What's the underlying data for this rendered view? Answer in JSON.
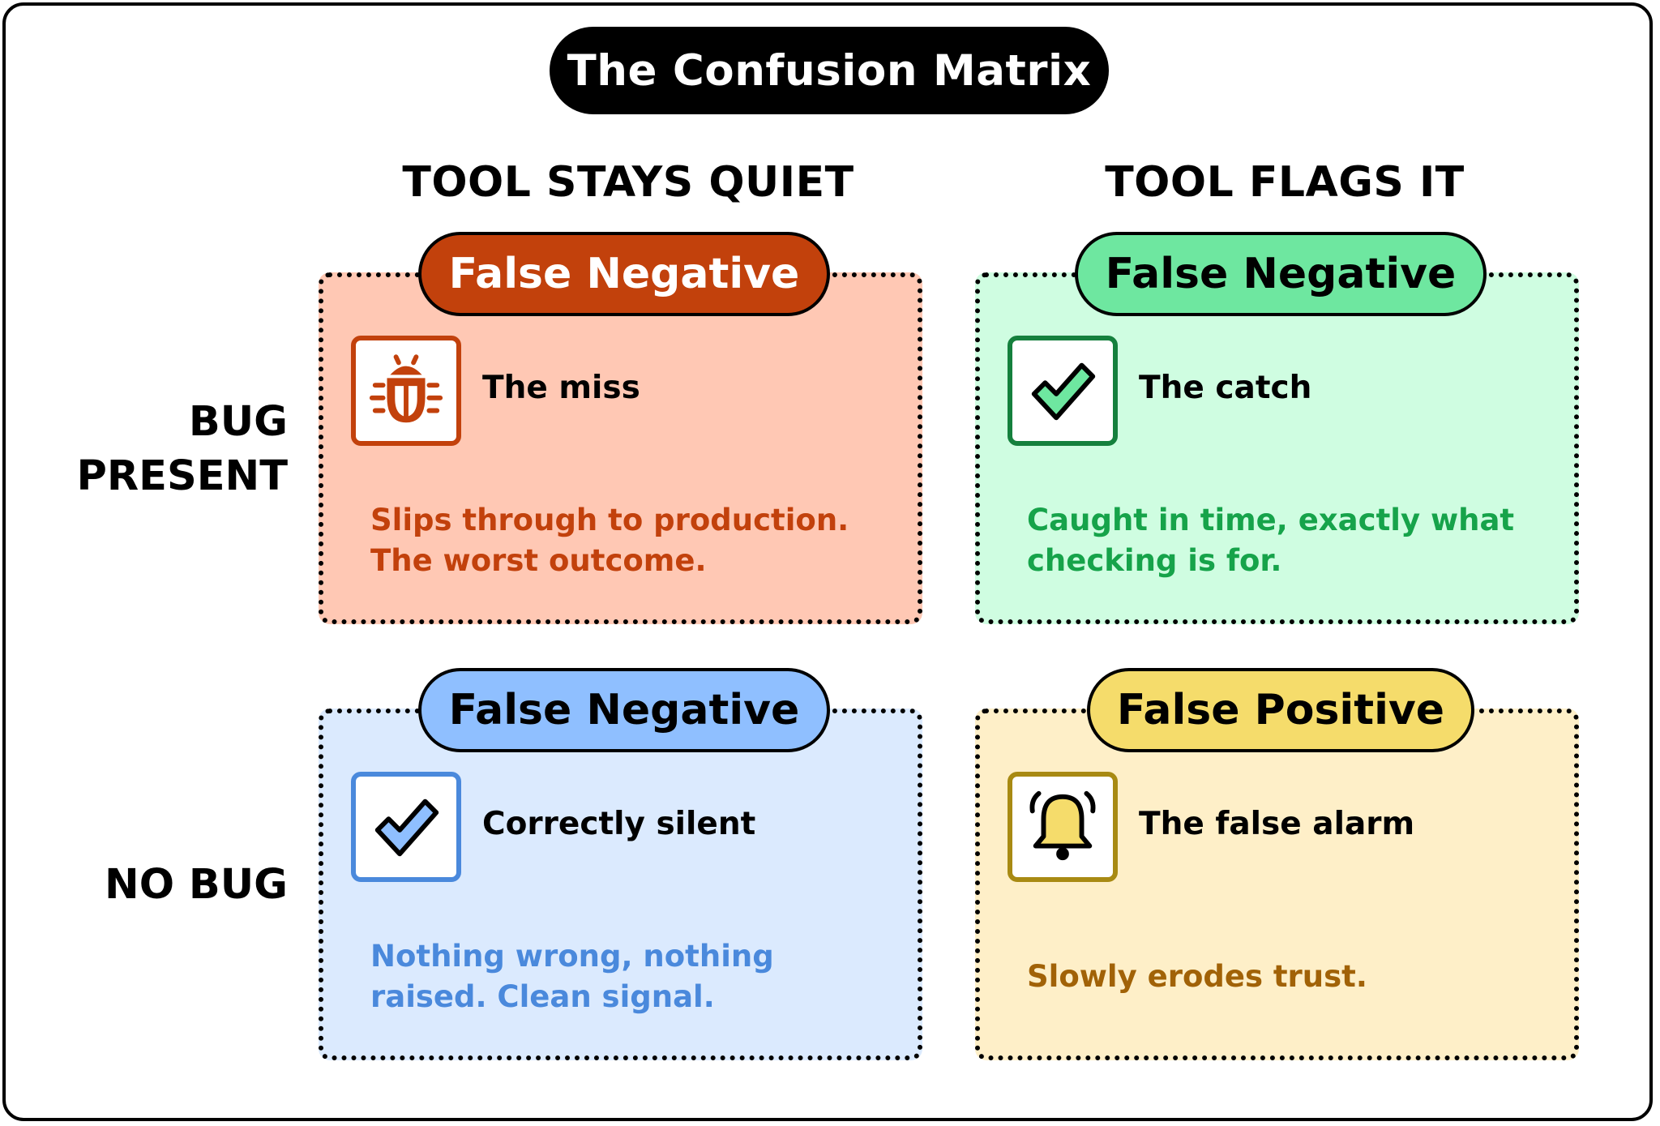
{
  "title": "The Confusion Matrix",
  "columns": [
    "TOOL STAYS QUIET",
    "TOOL FLAGS IT"
  ],
  "rows": [
    {
      "lines": [
        "BUG",
        "PRESENT"
      ]
    },
    {
      "lines": [
        "NO BUG"
      ]
    }
  ],
  "cells": [
    {
      "badge": "False Negative",
      "label": "The miss",
      "icon": "bug-icon",
      "description_lines": [
        "Slips through to production.",
        "The worst outcome."
      ],
      "colors": {
        "fill": "#ffc8b4",
        "badge": "#c2410c",
        "badge_text": "#ffffff",
        "accent": "#c2410c",
        "text": "#c2410c"
      }
    },
    {
      "badge": "False Negative",
      "label": "The catch",
      "icon": "checkmark-icon",
      "description_lines": [
        "Caught in time, exactly what",
        "checking is for."
      ],
      "colors": {
        "fill": "#cffde1",
        "badge": "#6ee7a0",
        "badge_text": "#000000",
        "accent": "#15803d",
        "text": "#16a34a"
      }
    },
    {
      "badge": "False Negative",
      "label": "Correctly silent",
      "icon": "checkmark-icon",
      "description_lines": [
        "Nothing wrong, nothing",
        "raised. Clean signal."
      ],
      "colors": {
        "fill": "#dbeafe",
        "badge": "#8fbfff",
        "badge_text": "#000000",
        "accent": "#4a89dc",
        "text": "#4a89dc"
      }
    },
    {
      "badge": "False Positive",
      "label": "The false alarm",
      "icon": "bell-icon",
      "description_lines": [
        "Slowly erodes trust."
      ],
      "colors": {
        "fill": "#feefc8",
        "badge": "#f5dc6b",
        "badge_text": "#000000",
        "accent": "#a88a13",
        "text": "#a16207"
      }
    }
  ]
}
